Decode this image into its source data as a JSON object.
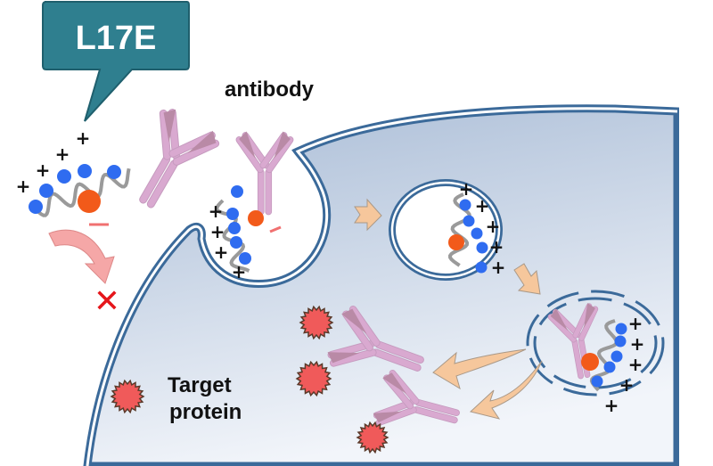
{
  "callout": {
    "label": "L17E",
    "color": "#2f7f8f"
  },
  "labels": {
    "antibody": "antibody",
    "target_line1": "Target",
    "target_line2": "protein"
  },
  "symbols": {
    "plus": "+",
    "minus": "−",
    "blocked": "✕"
  },
  "colors": {
    "membrane": "#3b6a9a",
    "cytoplasm_top": "#aebfd8",
    "cytoplasm_bottom": "#eef2f8",
    "antibody": "#d9a9d0",
    "antibody_dark": "#b98aa6",
    "peptide_blue": "#2f6cf0",
    "peptide_orange": "#f25a1a",
    "helix": "#9a9a9a",
    "target": "#f05a5a",
    "arrow": "#f6c79c",
    "blocked_arrow": "#f5a7a7",
    "blocked_x": "#e5161b"
  }
}
